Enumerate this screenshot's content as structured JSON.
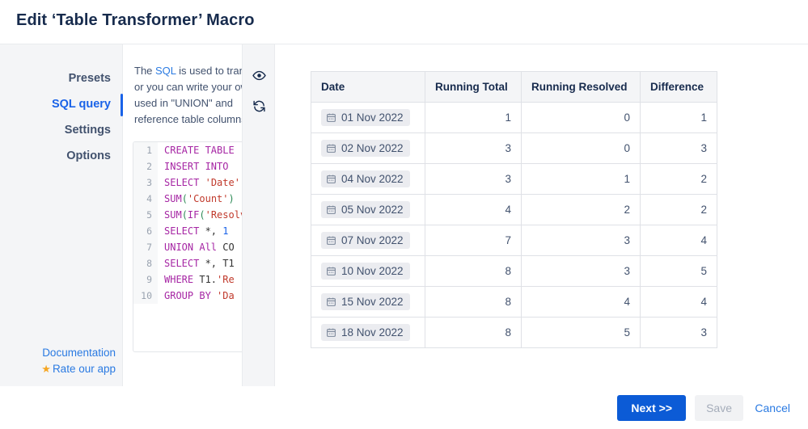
{
  "header": {
    "title": "Edit ‘Table Transformer’ Macro"
  },
  "sidebar": {
    "items": [
      {
        "label": "Presets",
        "active": false
      },
      {
        "label": "SQL query",
        "active": true
      },
      {
        "label": "Settings",
        "active": false
      },
      {
        "label": "Options",
        "active": false
      }
    ],
    "footer": {
      "documentation": "Documentation",
      "rate": "Rate our app",
      "star_icon": "star-icon"
    }
  },
  "sql_panel": {
    "description_lines": [
      "The SQL is used to transform",
      "or you can write your own",
      "used in \"UNION\" and",
      "reference table columns"
    ],
    "description_link": "SQL",
    "code_lines": [
      {
        "n": "1",
        "text": "CREATE TABLE"
      },
      {
        "n": "2",
        "text": "INSERT INTO"
      },
      {
        "n": "3",
        "text": "SELECT 'Date'"
      },
      {
        "n": "4",
        "text": "SUM('Count')"
      },
      {
        "n": "5",
        "text": "SUM(IF('Resolved'"
      },
      {
        "n": "6",
        "text": "SELECT *, 1"
      },
      {
        "n": "7",
        "text": "UNION All CO"
      },
      {
        "n": "8",
        "text": "SELECT *, T1"
      },
      {
        "n": "9",
        "text": "WHERE T1.'Re"
      },
      {
        "n": "10",
        "text": "GROUP BY 'Da"
      }
    ],
    "icons": [
      {
        "name": "preview-eye-icon",
        "title": "Preview"
      },
      {
        "name": "refresh-icon",
        "title": "Refresh"
      }
    ]
  },
  "preview": {
    "table": {
      "columns": [
        "Date",
        "Running Total",
        "Running Resolved",
        "Difference"
      ],
      "rows": [
        {
          "date": "01 Nov 2022",
          "running_total": "1",
          "running_resolved": "0",
          "difference": "1"
        },
        {
          "date": "02 Nov 2022",
          "running_total": "3",
          "running_resolved": "0",
          "difference": "3"
        },
        {
          "date": "04 Nov 2022",
          "running_total": "3",
          "running_resolved": "1",
          "difference": "2"
        },
        {
          "date": "05 Nov 2022",
          "running_total": "4",
          "running_resolved": "2",
          "difference": "2"
        },
        {
          "date": "07 Nov 2022",
          "running_total": "7",
          "running_resolved": "3",
          "difference": "4"
        },
        {
          "date": "10 Nov 2022",
          "running_total": "8",
          "running_resolved": "3",
          "difference": "5"
        },
        {
          "date": "15 Nov 2022",
          "running_total": "8",
          "running_resolved": "4",
          "difference": "4"
        },
        {
          "date": "18 Nov 2022",
          "running_total": "8",
          "running_resolved": "5",
          "difference": "3"
        }
      ]
    }
  },
  "footer": {
    "next_label": "Next >>",
    "save_label": "Save",
    "cancel_label": "Cancel",
    "save_disabled": true
  },
  "colors": {
    "accent": "#0c5bd6",
    "link": "#2a7ae2",
    "panel_bg": "#f4f5f7",
    "border": "#dfe1e6",
    "text": "#172b4d",
    "muted": "#42526e",
    "star": "#f5a623"
  }
}
